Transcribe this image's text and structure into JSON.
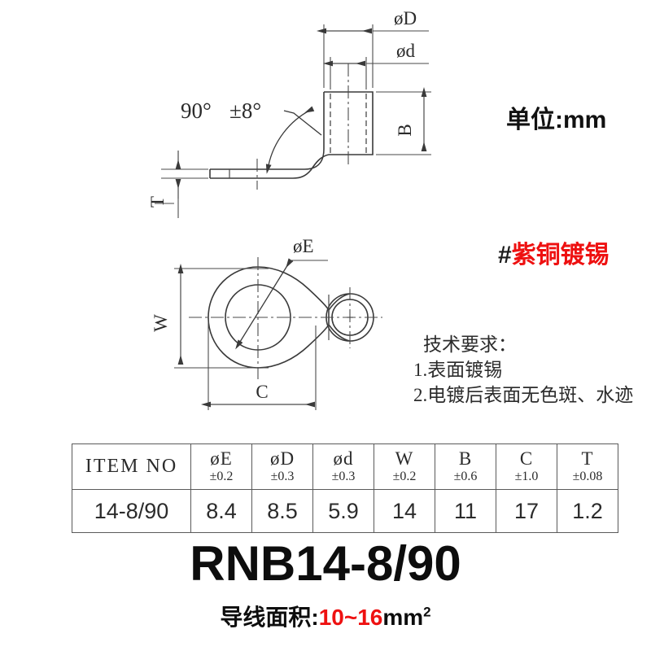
{
  "drawing": {
    "side_view": {
      "dim_outer_diameter": "øD",
      "dim_inner_diameter": "ød",
      "dim_barrel_length": "B",
      "dim_thickness": "T",
      "angle_nominal": "90°",
      "angle_tolerance": "±8°"
    },
    "plan_view": {
      "dim_hole_diameter": "øE",
      "dim_width": "W",
      "dim_length": "C"
    }
  },
  "annotations": {
    "unit": "单位:mm",
    "material_hash": "#",
    "material": "紫铜镀锡",
    "material_color": "#ee1111",
    "tech_title": "技术要求：",
    "tech_items": [
      "1.表面镀锡",
      "2.电镀后表面无色斑、水迹"
    ]
  },
  "spec_table": {
    "columns": [
      {
        "symbol": "ITEM NO",
        "tolerance": ""
      },
      {
        "symbol": "øE",
        "tolerance": "±0.2"
      },
      {
        "symbol": "øD",
        "tolerance": "±0.3"
      },
      {
        "symbol": "ød",
        "tolerance": "±0.3"
      },
      {
        "symbol": "W",
        "tolerance": "±0.2"
      },
      {
        "symbol": "B",
        "tolerance": "±0.6"
      },
      {
        "symbol": "C",
        "tolerance": "±1.0"
      },
      {
        "symbol": "T",
        "tolerance": "±0.08"
      }
    ],
    "rows": [
      [
        "14-8/90",
        "8.4",
        "8.5",
        "5.9",
        "14",
        "11",
        "17",
        "1.2"
      ]
    ]
  },
  "footer": {
    "part_number": "RNB14-8/90",
    "wire_label": "导线面积:",
    "wire_range": "10~16",
    "wire_unit": "mm",
    "wire_unit_sup": "2"
  }
}
